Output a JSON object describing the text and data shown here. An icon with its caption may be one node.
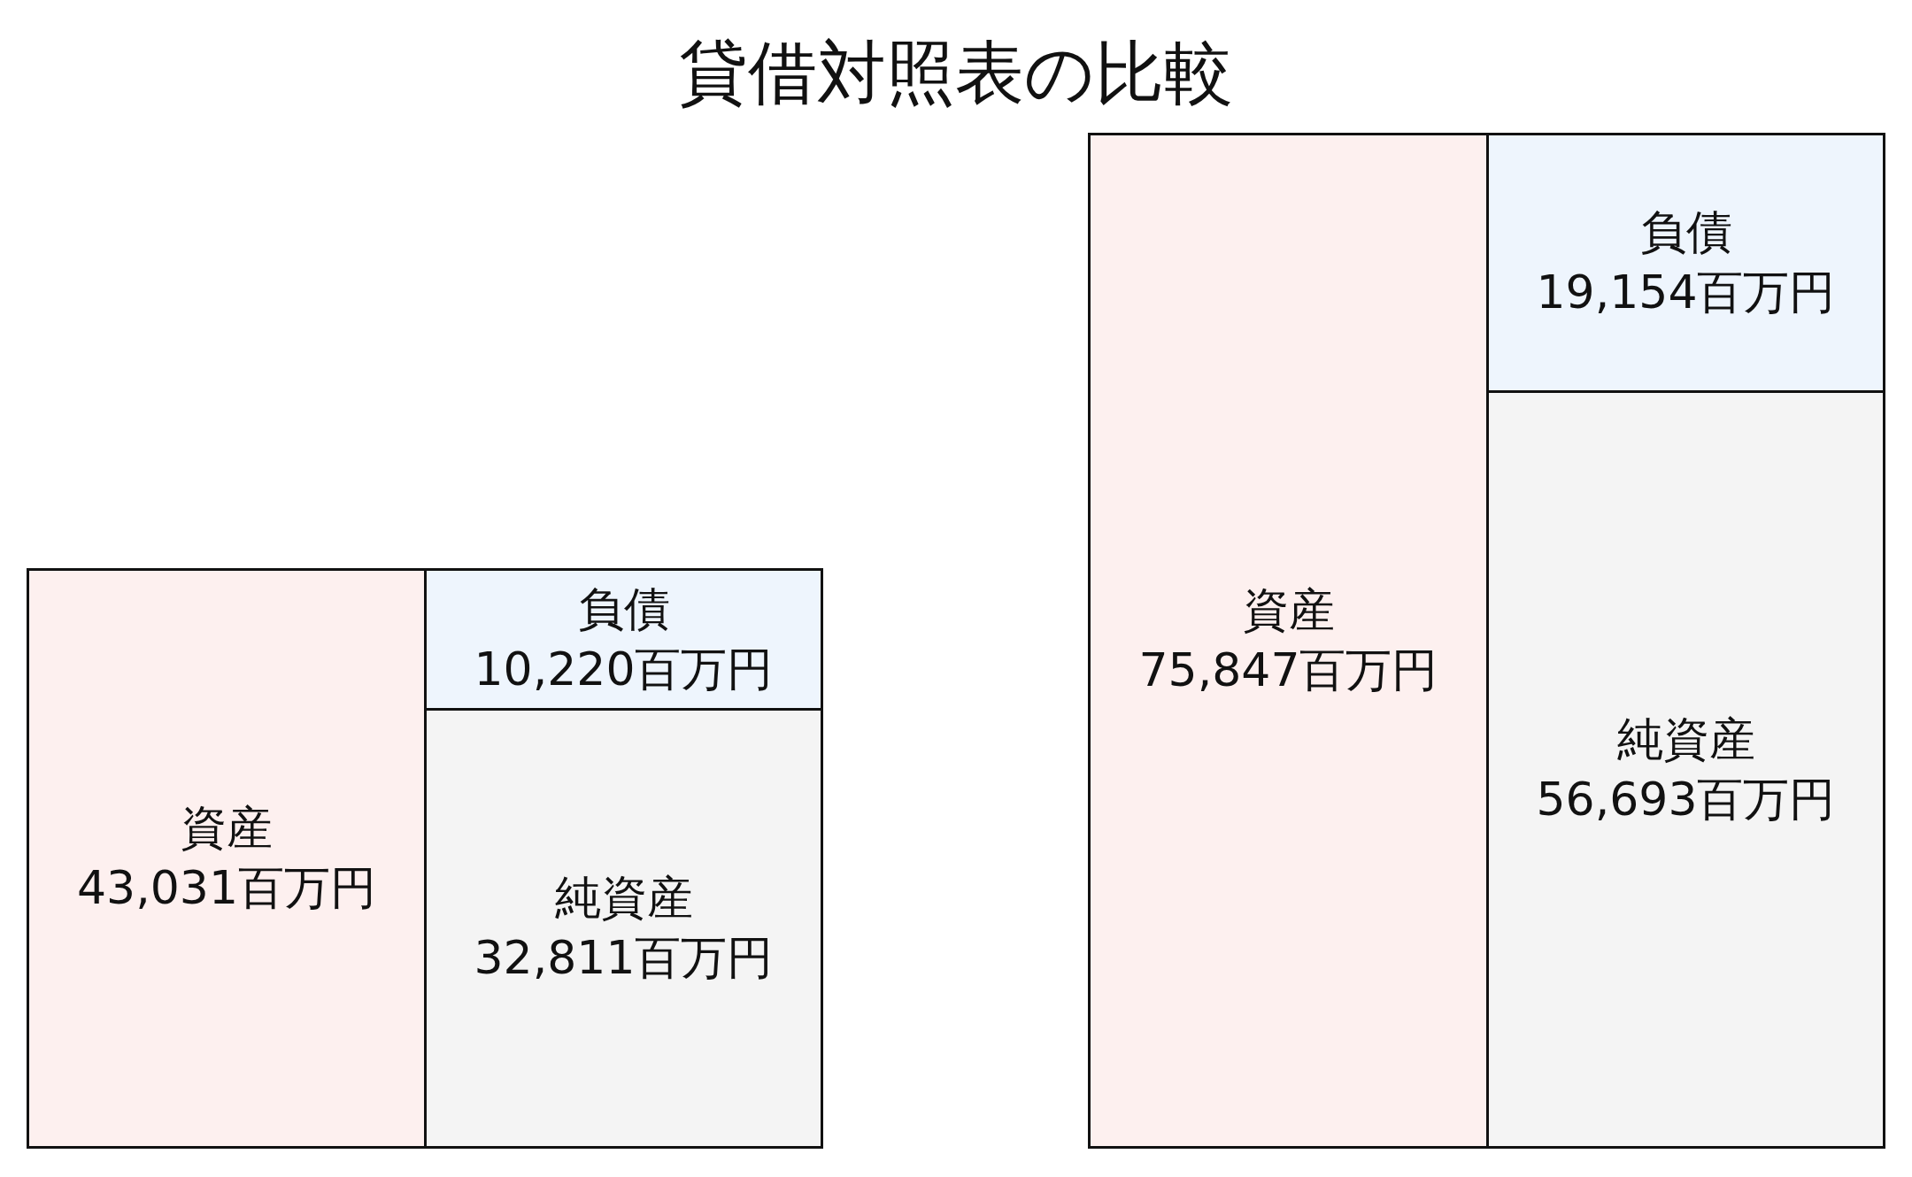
{
  "diagram": {
    "title": "貸借対照表の比較",
    "nodes": [
      {
        "text": [
          "資産",
          "43,031百万円"
        ]
      },
      {
        "text": [
          "負債",
          "10,220百万円"
        ]
      },
      {
        "text": [
          "純資産",
          "32,811百万円"
        ]
      },
      {
        "text": [
          "資産",
          "75,847百万円"
        ]
      },
      {
        "text": [
          "負債",
          "19,154百万円"
        ]
      },
      {
        "text": [
          "純資産",
          "56,693百万円"
        ]
      }
    ]
  }
}
